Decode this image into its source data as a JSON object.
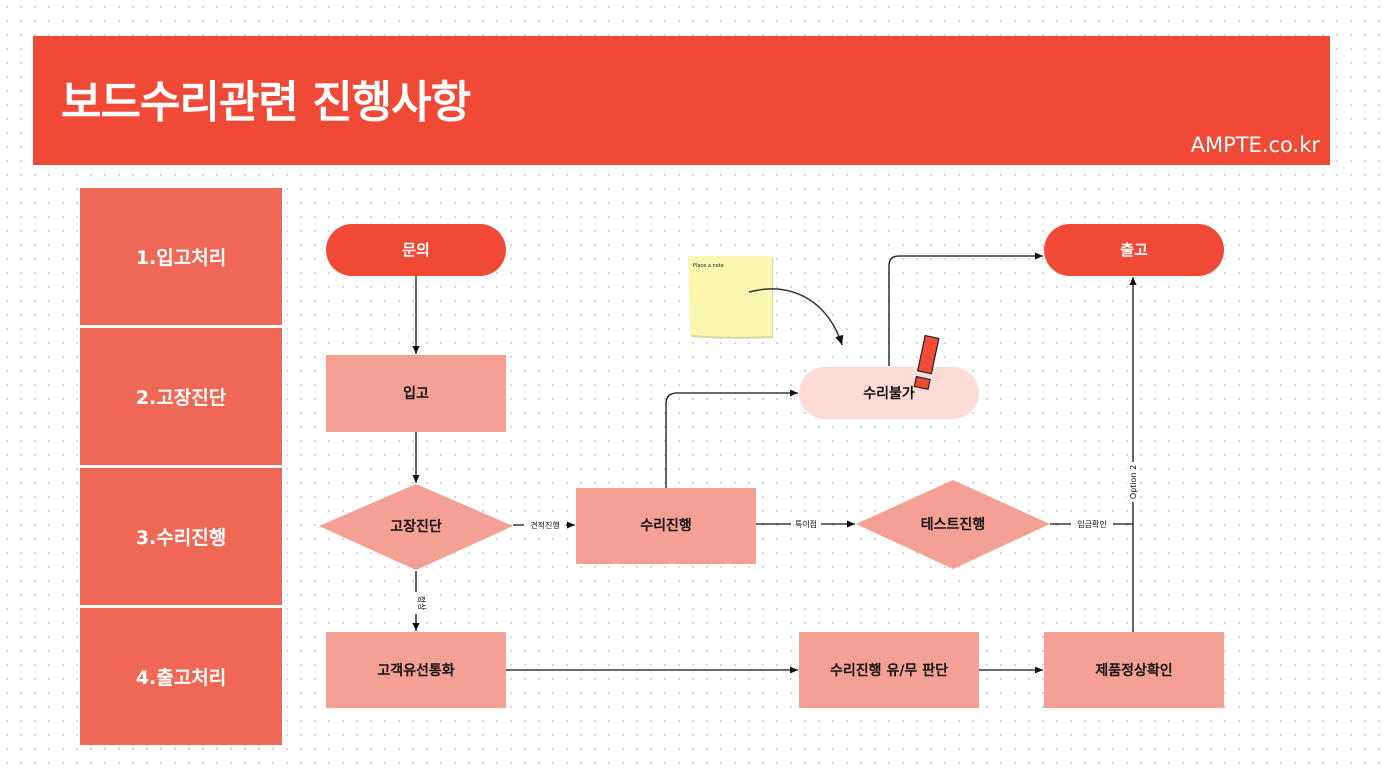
{
  "header": {
    "title": "보드수리관련 진행사항",
    "site": "AMPTE.co.kr",
    "accent_color": "#f04a36"
  },
  "lanes": [
    {
      "label": "1.입고처리"
    },
    {
      "label": "2.고장진단"
    },
    {
      "label": "3.수리진행"
    },
    {
      "label": "4.출고처리"
    }
  ],
  "nodes": {
    "inquiry": "문의",
    "intake": "입고",
    "diagnosis": "고장진단",
    "repair": "수리진행",
    "not_repairable": "수리불가",
    "testing": "테스트진행",
    "customer_call": "고객유선통화",
    "repair_decision": "수리진행 유/무 판단",
    "product_check": "제품정상확인",
    "release": "출고"
  },
  "edge_labels": {
    "estimate": "견적진행",
    "normal": "정상",
    "special_notes": "특이점",
    "payment_confirm": "입금확인",
    "option2": "Option 2"
  },
  "note": {
    "text": "Place a note"
  },
  "icons": {
    "warning": "exclamation-icon"
  },
  "colors": {
    "lane_fill": "#ef6856",
    "process_fill": "#f5a095",
    "terminal_fill": "#f04a36",
    "soft_fill": "#fddcd8",
    "note_fill": "#fbf7b0"
  }
}
